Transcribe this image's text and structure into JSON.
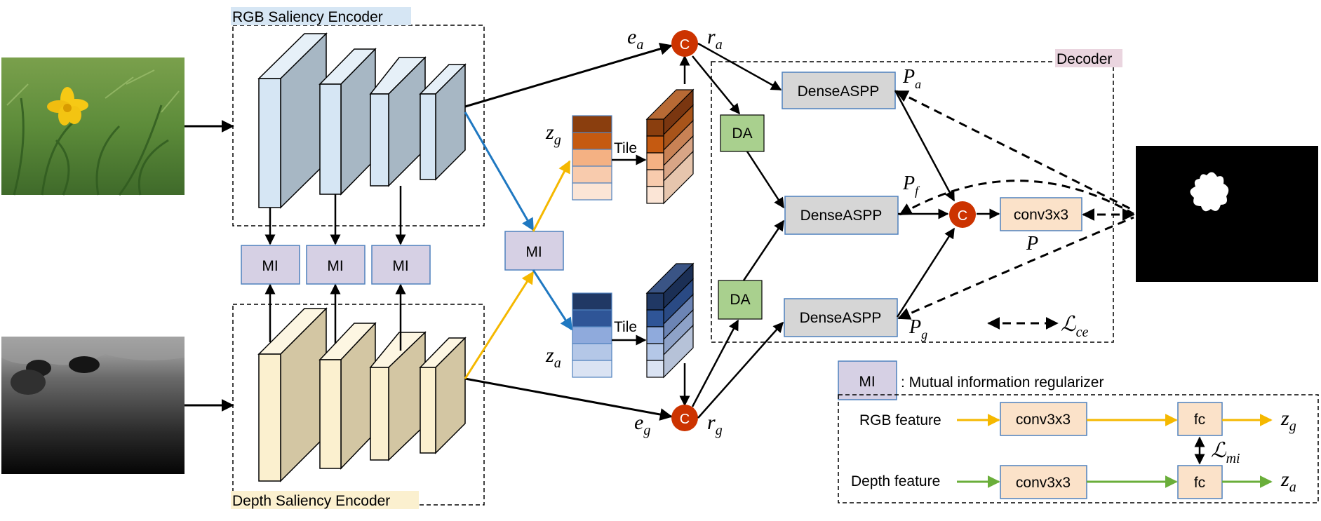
{
  "encoders": {
    "rgb_title": "RGB Saliency Encoder",
    "depth_title": "Depth Saliency Encoder"
  },
  "modules": {
    "mi": "MI",
    "da": "DA",
    "dense_aspp": "DenseASPP",
    "concat": "C",
    "conv": "conv3x3",
    "fc": "fc",
    "tile": "Tile"
  },
  "decoder": {
    "title": "Decoder"
  },
  "math": {
    "e_a": "e",
    "e_a_sub": "a",
    "r_a": "r",
    "r_a_sub": "a",
    "e_g": "e",
    "e_g_sub": "g",
    "r_g": "r",
    "r_g_sub": "g",
    "z_g": "z",
    "z_g_sub": "g",
    "z_a": "z",
    "z_a_sub": "a",
    "p_a": "P",
    "p_a_sub": "a",
    "p_f": "P",
    "p_f_sub": "f",
    "p_g": "P",
    "p_g_sub": "g",
    "p": "P",
    "l_ce": "ℒ",
    "l_ce_sub": "ce",
    "l_mi": "ℒ",
    "l_mi_sub": "mi"
  },
  "legend": {
    "mi_text": ": Mutual information regularizer",
    "rgb_feature": "RGB feature",
    "depth_feature": "Depth feature"
  },
  "colors": {
    "rgb_encoder": "#d6e6f4",
    "rgb_encoder_side": "#a7b7c4",
    "depth_encoder": "#fbf0cf",
    "depth_encoder_side": "#d3c6a3",
    "mi": "#d6d0e4",
    "da": "#a9d08e",
    "dense_aspp": "#d6d6d6",
    "conv": "#fbe2c9",
    "concat": "#cc3300",
    "rgb_arrow": "#f5b800",
    "depth_arrow": "#6aae3a",
    "mi_arrow": "#1f78c1",
    "decoder_tag": "#ead5df"
  }
}
